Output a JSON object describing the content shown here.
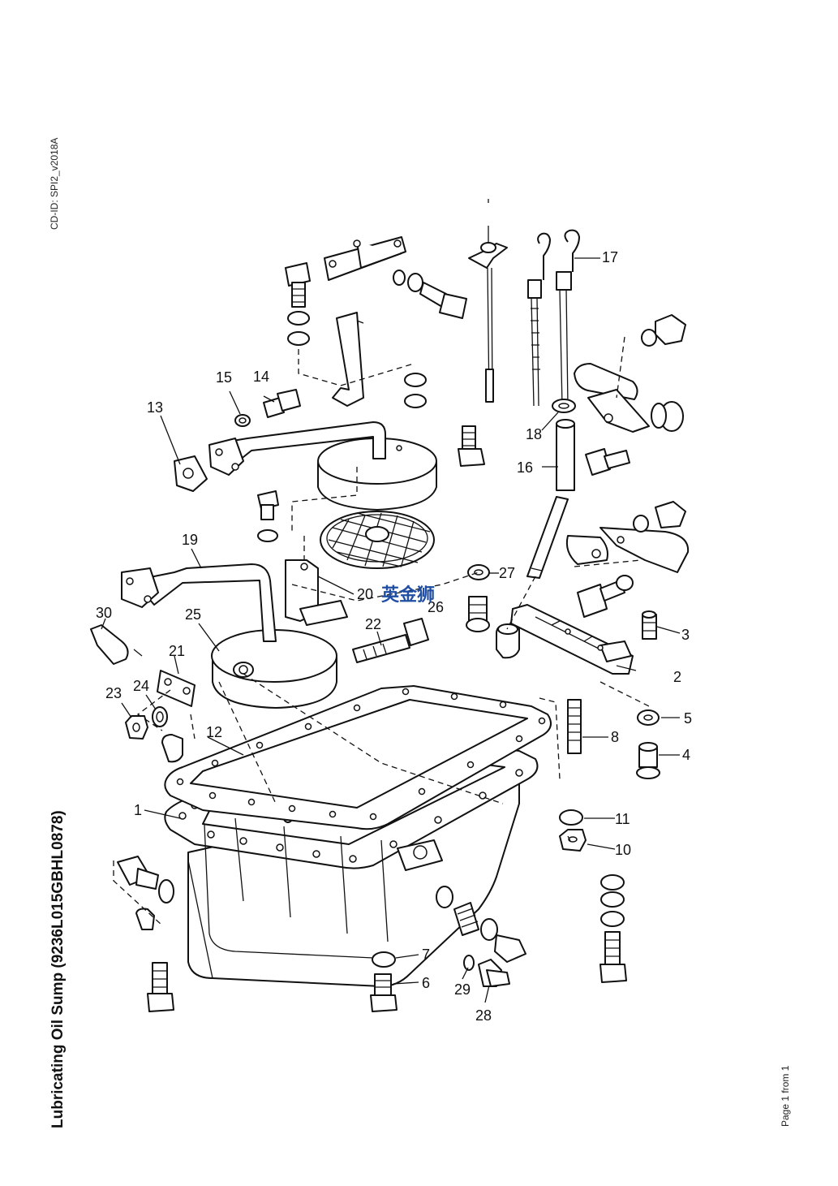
{
  "document": {
    "cd_id": "CD-ID: SPI2_v2018A",
    "title": "Lubricating Oil Sump (9236L015GBHL0878)",
    "page_of": "Page 1 from 1",
    "watermark": "英金狮"
  },
  "callouts": [
    "1",
    "2",
    "3",
    "4",
    "5",
    "6",
    "7",
    "8",
    "10",
    "11",
    "12",
    "13",
    "14",
    "15",
    "16",
    "17",
    "18",
    "19",
    "20",
    "21",
    "22",
    "23",
    "24",
    "25",
    "26",
    "27",
    "28",
    "29",
    "30"
  ]
}
